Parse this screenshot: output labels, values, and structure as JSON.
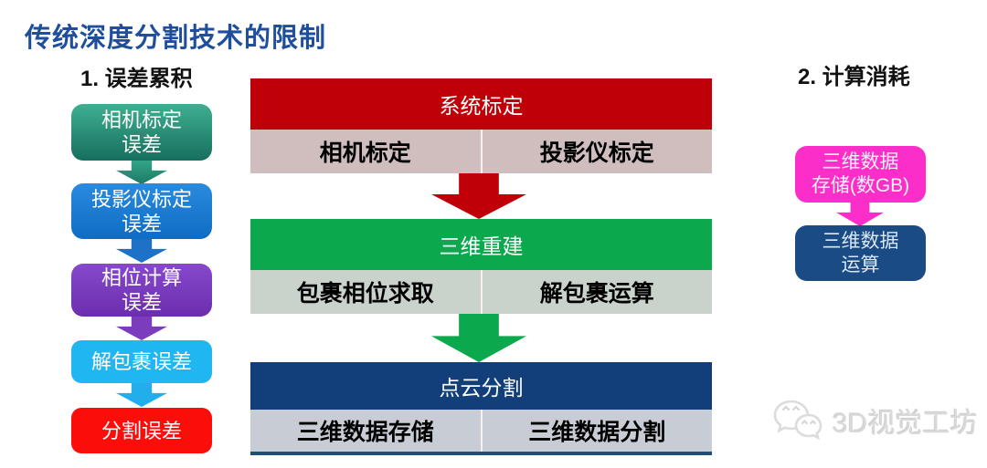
{
  "title": "传统深度分割技术的限制",
  "left_panel": {
    "heading": "1. 误差累积",
    "boxes": [
      {
        "line1": "相机标定",
        "line2": "误差"
      },
      {
        "line1": "投影仪标定",
        "line2": "误差"
      },
      {
        "line1": "相位计算",
        "line2": "误差"
      },
      {
        "line1": "解包裹误差",
        "line2": ""
      },
      {
        "line1": "分割误差",
        "line2": ""
      }
    ]
  },
  "flow": {
    "stages": [
      {
        "header": "系统标定",
        "cells": [
          "相机标定",
          "投影仪标定"
        ]
      },
      {
        "header": "三维重建",
        "cells": [
          "包裹相位求取",
          "解包裹运算"
        ]
      },
      {
        "header": "点云分割",
        "cells": [
          "三维数据存储",
          "三维数据分割"
        ]
      }
    ]
  },
  "right_panel": {
    "heading": "2. 计算消耗",
    "boxes": [
      {
        "line1": "三维数据",
        "line2": "存储(数GB)"
      },
      {
        "line1": "三维数据",
        "line2": "运算"
      }
    ]
  },
  "watermark": {
    "text": "3D视觉工坊",
    "icon": "wechat-bubbles-icon"
  },
  "colors": {
    "title_blue": "#1F4E9C",
    "err_teal": "#2E9B7E",
    "err_blue": "#1778D0",
    "err_purple": "#7B3CBE",
    "err_cyan": "#1FB6F2",
    "err_red": "#FB0D0A",
    "stage1_header": "#C00008",
    "stage1_subbar": "#D0BEBF",
    "stage2_header": "#0BA84D",
    "stage2_subbar": "#C9D2CB",
    "stage3_header": "#123E7A",
    "stage3_subbar": "#C8CDD5",
    "magenta": "#FB2EC9",
    "navy": "#1B4B84"
  }
}
